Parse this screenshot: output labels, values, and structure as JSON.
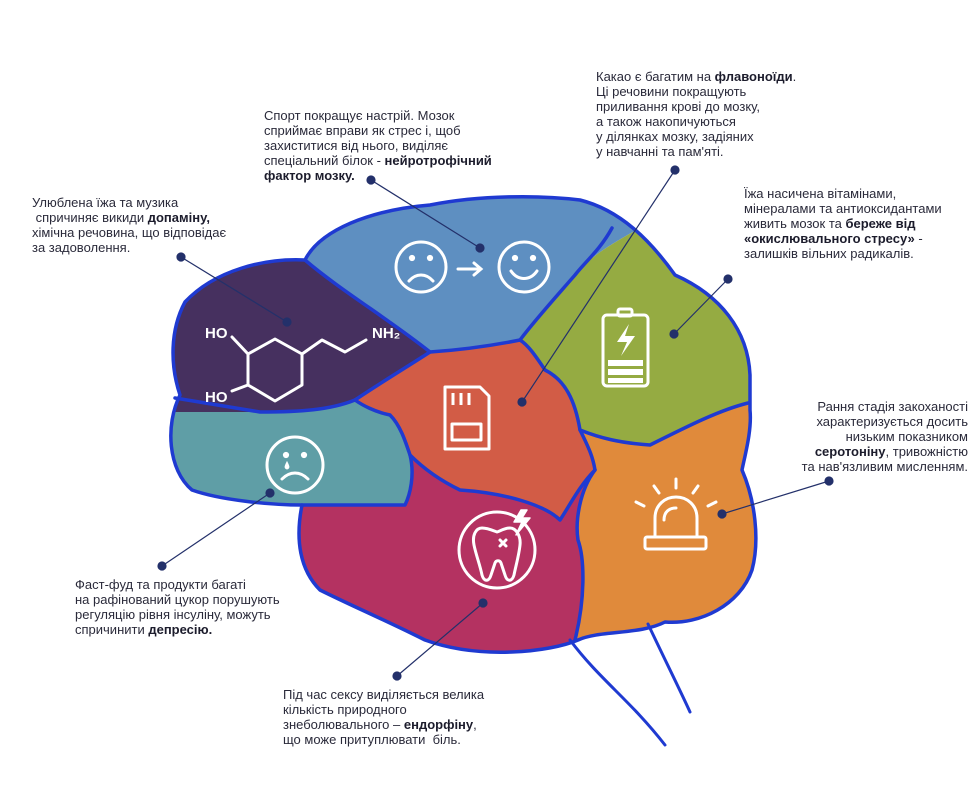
{
  "colors": {
    "outline": "#1f3ad1",
    "dot": "#23306a",
    "purple": "#46305f",
    "blue": "#5e8fc1",
    "green": "#95ab42",
    "red": "#d25c46",
    "teal": "#5f9ea6",
    "magenta": "#b43261",
    "orange": "#e08a3b",
    "icon": "#ffffff"
  },
  "notes": {
    "sport": [
      {
        "t": "Спорт покращує настрій. Мозок"
      },
      {
        "t": "сприймає вправи як стрес і, щоб"
      },
      {
        "t": "захиститися від нього, виділяє"
      },
      {
        "t": "спеціальний білок - ",
        "b": "нейротрофічний"
      },
      {
        "b": "фактор мозку."
      }
    ],
    "cocoa": [
      {
        "t": "Какао є багатим на ",
        "b": "флавоноїди",
        "t2": "."
      },
      {
        "t": "Ці речовини покращують"
      },
      {
        "t": "приливання крові до мозку,"
      },
      {
        "t": "а також накопичуються"
      },
      {
        "t": "у ділянках мозку, задіяних"
      },
      {
        "t": "у навчанні та пам'яті."
      }
    ],
    "dopamine": [
      {
        "t": "Улюблена їжа та музика"
      },
      {
        "t": " спричиняє викиди ",
        "b": "допаміну,"
      },
      {
        "t": "хімічна речовина, що відповідає"
      },
      {
        "t": "за задоволення."
      }
    ],
    "vitamins": [
      {
        "t": "Їжа насичена вітамінами,"
      },
      {
        "t": "мінералами та антиоксидантами"
      },
      {
        "t": "живить мозок та ",
        "b": "береже від"
      },
      {
        "b": "«окислювального стресу»",
        "t2": " -"
      },
      {
        "t": "залишків вільних радикалів."
      }
    ],
    "love": [
      {
        "t": "Рання стадія закоханості"
      },
      {
        "t": "характеризується досить"
      },
      {
        "t": "низьким показником"
      },
      {
        "b": "серотоніну",
        "t2": ", тривожністю"
      },
      {
        "t": "та нав'язливим мисленням."
      }
    ],
    "fastfood": [
      {
        "t": "Фаст-фуд та продукти багаті"
      },
      {
        "t": "на рафінований цукор порушують"
      },
      {
        "t": "регуляцію рівня інсуліну, можуть"
      },
      {
        "t": "спричинити ",
        "b": "депресію."
      }
    ],
    "sex": [
      {
        "t": "Під час сексу виділяється велика"
      },
      {
        "t": "кількість природного"
      },
      {
        "t": "знеболювального – ",
        "b": "ендорфіну",
        "t2": ","
      },
      {
        "t": "що може притуплювати  біль."
      }
    ]
  },
  "molecule": {
    "ho_top": "HO",
    "ho_bottom": "HO",
    "nh2": "NH₂"
  }
}
